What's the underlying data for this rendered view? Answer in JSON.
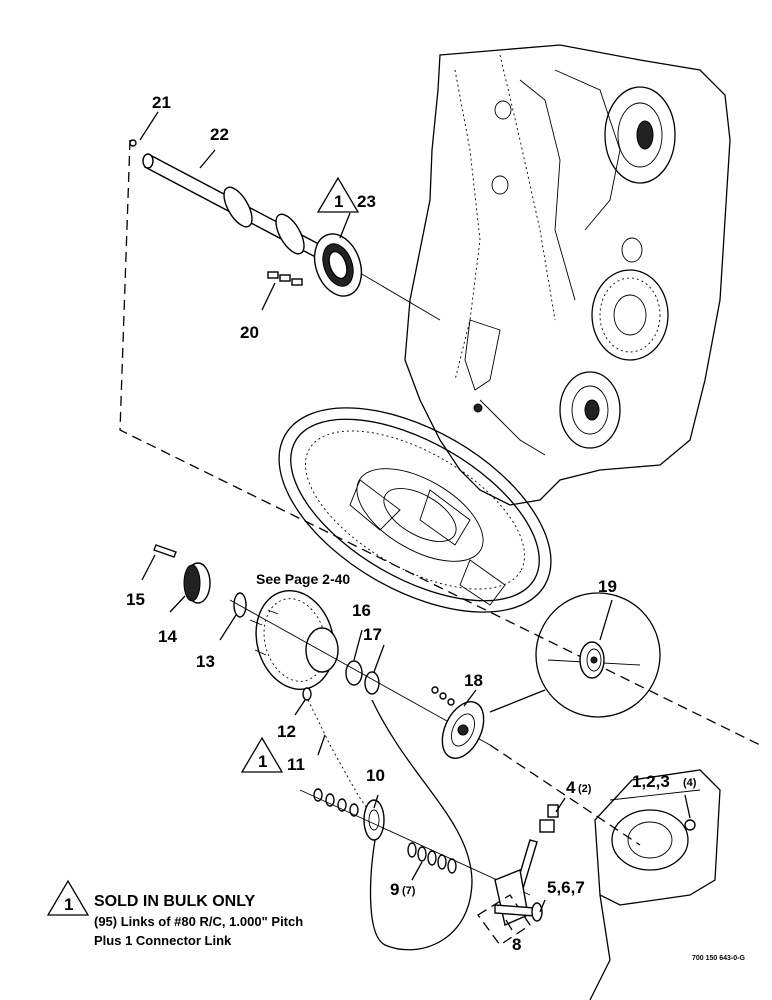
{
  "callouts": {
    "c1": "1,2,3",
    "c4": "4",
    "c5": "5,6,7",
    "c8": "8",
    "c9": "9",
    "c10": "10",
    "c11": "11",
    "c12": "12",
    "c13": "13",
    "c14": "14",
    "c15": "15",
    "c16": "16",
    "c17": "17",
    "c18": "18",
    "c19": "19",
    "c20": "20",
    "c21": "21",
    "c22": "22",
    "c23": "23"
  },
  "quantities": {
    "q1": "(4)",
    "q4": "(2)",
    "q9": "(7)"
  },
  "flags": {
    "flag_23": "1",
    "flag_11": "1",
    "flag_note": "1"
  },
  "reference": "See Page 2-40",
  "note": {
    "title": "SOLD IN BULK ONLY",
    "line1": "(95) Links of #80 R/C, 1.000\" Pitch",
    "line2": "Plus 1 Connector Link"
  },
  "drawing_number": "700 150 643-0-G"
}
